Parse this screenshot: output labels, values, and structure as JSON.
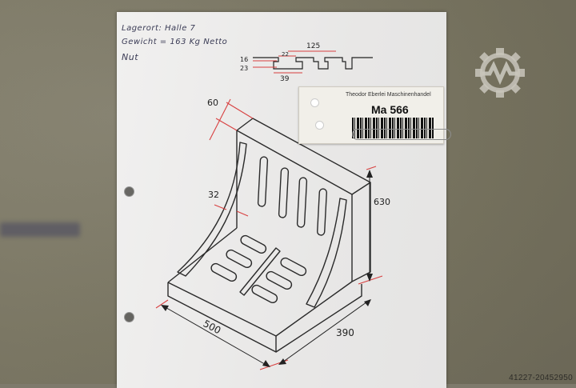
{
  "scene": {
    "description": "Photo of a laminated sheet with a hand-drawn isometric technical drawing of an angle plate, pinned to a concrete wall",
    "background_color": "#7e7a6c",
    "paper_color": "#ecebea",
    "dimension_color": "#d84040"
  },
  "handwritten_notes": {
    "line1": "Lagerort: Halle 7",
    "line2": "Gewicht = 163 Kg Netto",
    "line3": "Nut"
  },
  "slot_profile": {
    "dims": {
      "pitch": "125",
      "top_width": "22",
      "bottom_width": "39",
      "top_depth": "16",
      "bottom_depth": "23"
    }
  },
  "label_card": {
    "company": "Theodor Eberlei Maschinenhandel",
    "id": "Ma 566"
  },
  "drawing": {
    "dims": {
      "wall_thickness": "60",
      "rib_thickness": "32",
      "height": "630",
      "length": "500",
      "width": "390"
    }
  },
  "watermark": {
    "icon": "gear-with-m-logo-icon"
  },
  "footer": {
    "image_id_text": "41227-20452950"
  }
}
